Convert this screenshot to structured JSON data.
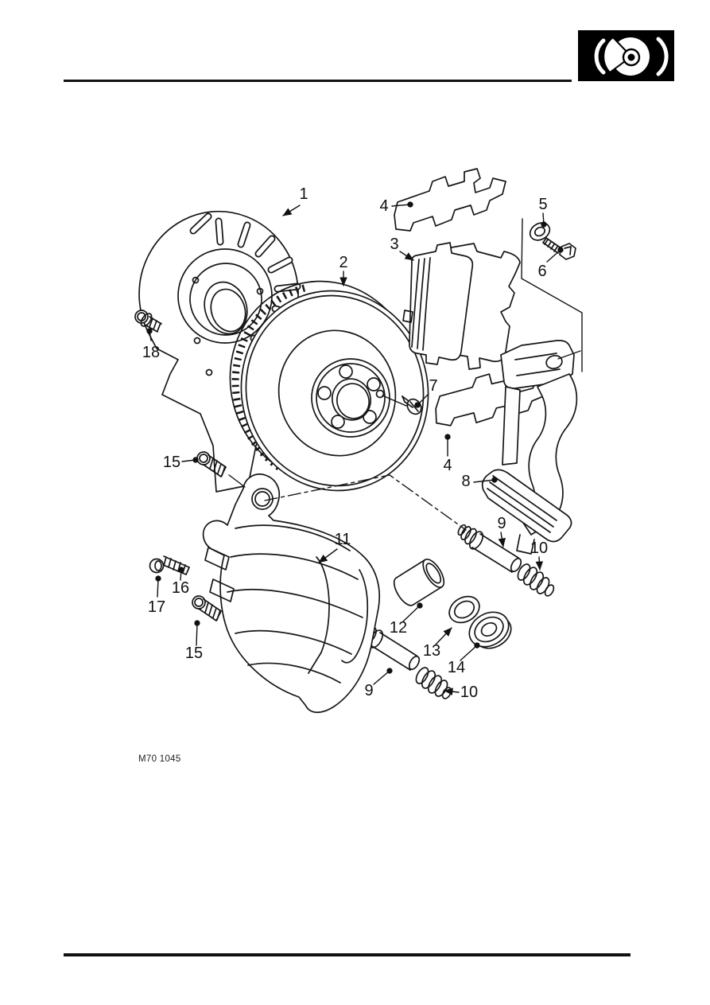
{
  "page": {
    "background": "#ffffff",
    "ink": "#161616"
  },
  "header": {
    "logo": {
      "icon": "brake-disc-icon",
      "bg": "#000000",
      "fg": "#ffffff"
    }
  },
  "figure": {
    "caption": "M70 1045",
    "callouts": [
      {
        "label": "1"
      },
      {
        "label": "2"
      },
      {
        "label": "3"
      },
      {
        "label": "4"
      },
      {
        "label": "4"
      },
      {
        "label": "5"
      },
      {
        "label": "6"
      },
      {
        "label": "7"
      },
      {
        "label": "8"
      },
      {
        "label": "9"
      },
      {
        "label": "9"
      },
      {
        "label": "10"
      },
      {
        "label": "10"
      },
      {
        "label": "11"
      },
      {
        "label": "12"
      },
      {
        "label": "13"
      },
      {
        "label": "14"
      },
      {
        "label": "15"
      },
      {
        "label": "15"
      },
      {
        "label": "16"
      },
      {
        "label": "17"
      },
      {
        "label": "18"
      }
    ]
  }
}
